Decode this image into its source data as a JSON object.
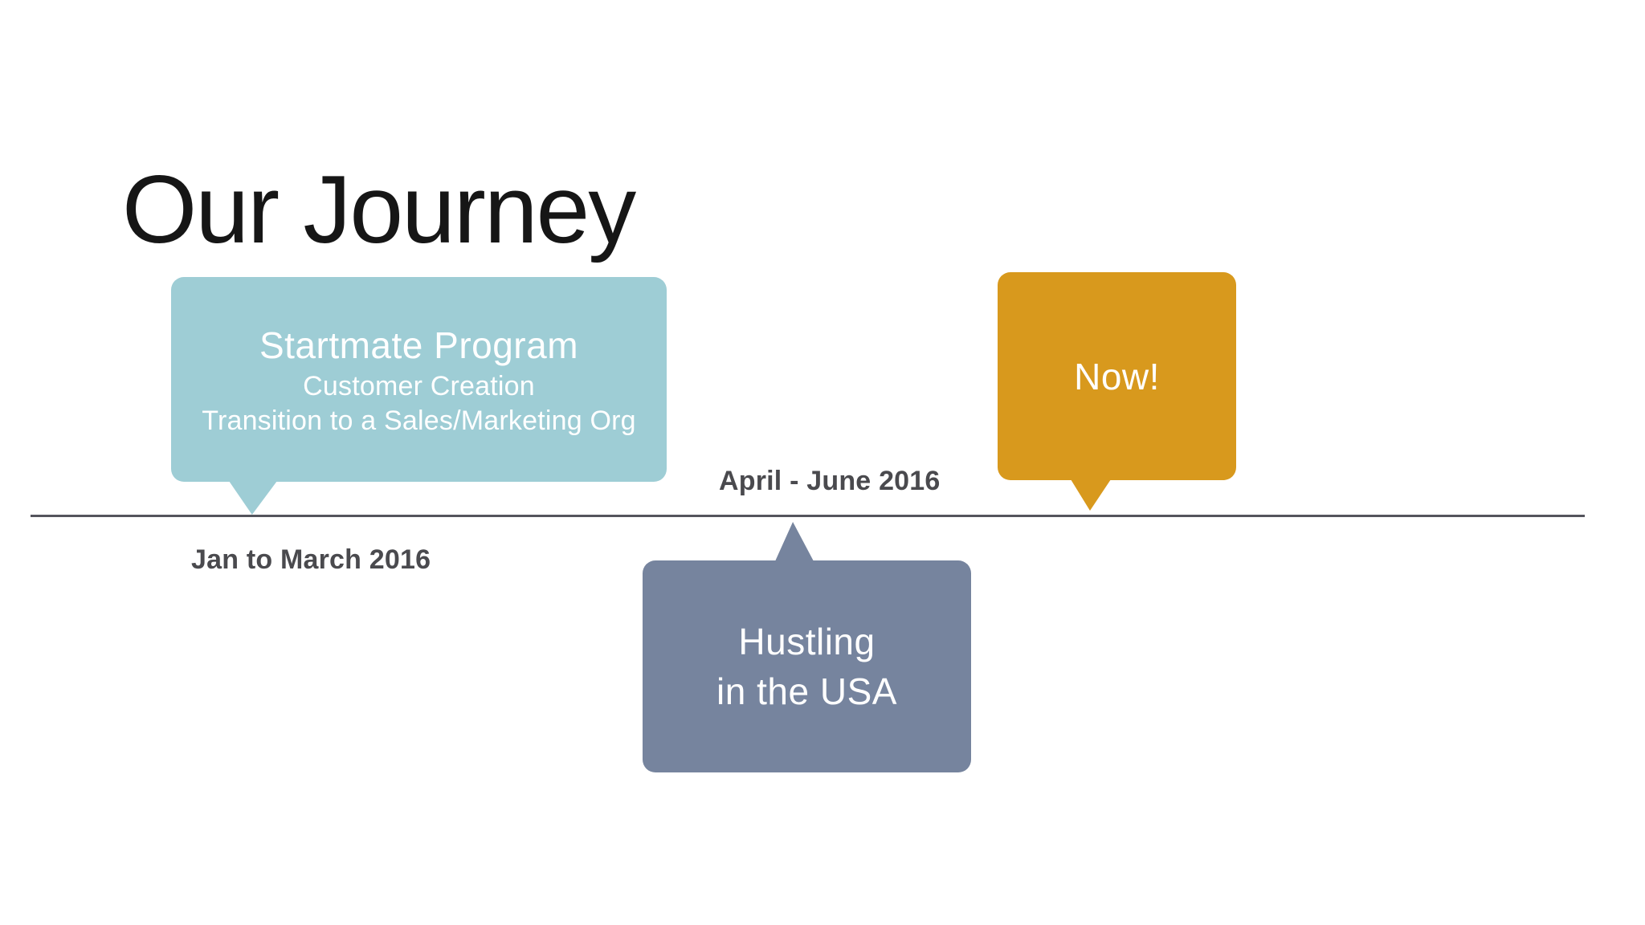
{
  "slide_title": "Our Journey",
  "colors": {
    "teal": "#9ecdd5",
    "slate": "#76849e",
    "gold": "#d8991d",
    "timeline": "#54545c",
    "date_label": "#4a4a4e",
    "title": "#161616",
    "callout_text": "#ffffff"
  },
  "events": {
    "startmate": {
      "heading": "Startmate Program",
      "details": [
        "Customer Creation",
        "Transition to a Sales/Marketing Org"
      ],
      "date": "Jan to March 2016"
    },
    "hustling": {
      "lines": [
        "Hustling",
        "in the USA"
      ],
      "date": "April - June 2016"
    },
    "now": {
      "heading": "Now!"
    }
  }
}
